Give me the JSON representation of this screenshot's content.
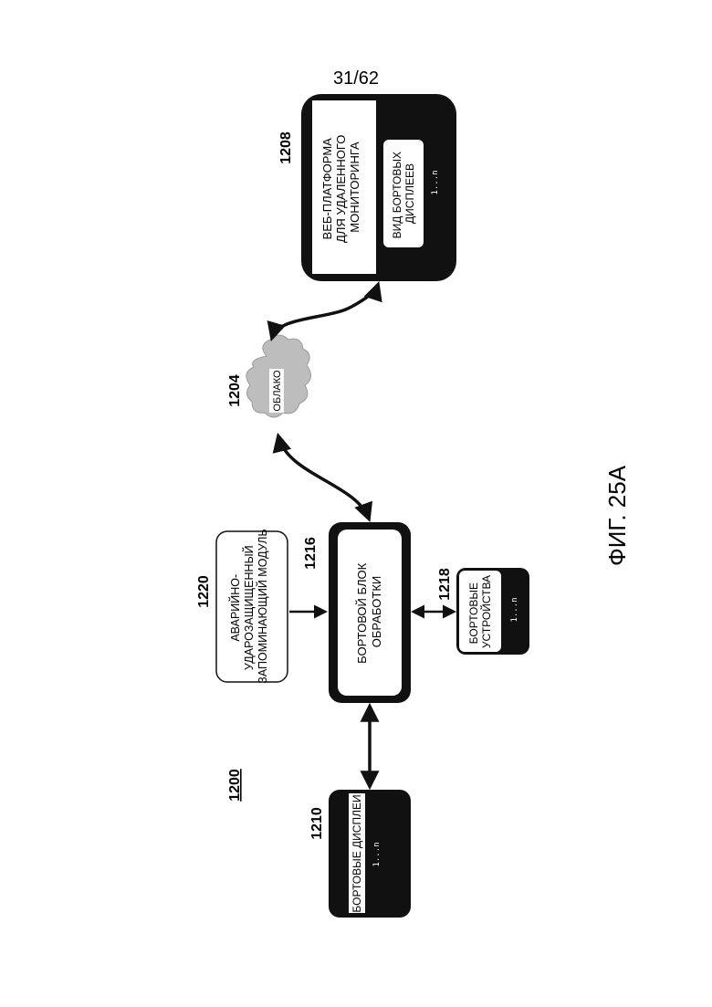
{
  "page": {
    "number": "31/62"
  },
  "figure": {
    "caption": "ФИГ. 25А",
    "ref": "1200"
  },
  "nodes": {
    "n1210": {
      "ref": "1210",
      "label": "БОРТОВЫЕ ДИСПЛЕИ",
      "range": "1...n"
    },
    "n1216": {
      "ref": "1216",
      "label": [
        "БОРТОВОЙ БЛОК",
        "ОБРАБОТКИ"
      ]
    },
    "n1220": {
      "ref": "1220",
      "label": [
        "АВАРИЙНО-",
        "УДАРОЗАЩИЩЕННЫЙ",
        "ЗАПОМИНАЮЩИЙ МОДУЛЬ"
      ]
    },
    "n1218": {
      "ref": "1218",
      "label": [
        "БОРТОВЫЕ",
        "УСТРОЙСТВА"
      ],
      "range": "1...n"
    },
    "n1204": {
      "ref": "1204",
      "label": "ОБЛАКО"
    },
    "n1208": {
      "ref": "1208",
      "label": [
        "ВЕБ-ПЛАТФОРМА",
        "ДЛЯ УДАЛЕННОГО",
        "МОНИТОРИНГА"
      ],
      "sub_label": [
        "ВИД БОРТОВЫХ",
        "ДИСПЛЕЕВ"
      ],
      "range": "1...n"
    }
  },
  "colors": {
    "block": "#111111",
    "panel": "#ffffff",
    "cloud": "#bdbdbd",
    "stroke": "#111111"
  }
}
